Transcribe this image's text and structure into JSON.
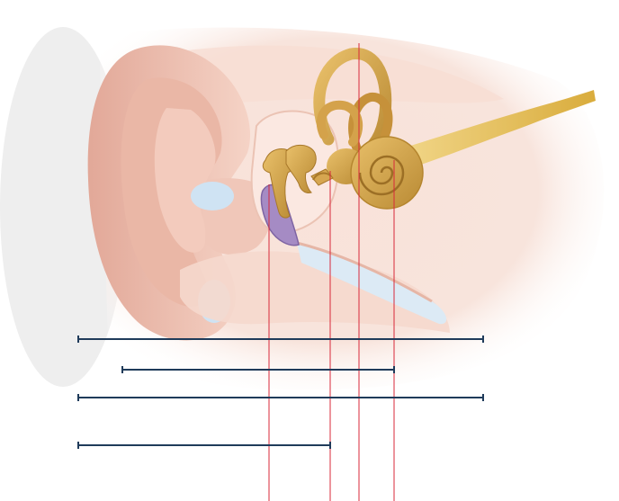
{
  "diagram": {
    "subject": "ear anatomy",
    "colors": {
      "background": "#ffffff",
      "skin": "#f6d9cf",
      "skin_shadow": "#e9b9a8",
      "skin_light": "#fbe9e2",
      "bone": "#d2a24a",
      "bone_dark": "#a8782a",
      "nerve": "#e8c25a",
      "eardrum": "#a58bc4",
      "canal_blue": "#cfe3f3",
      "hair": "#cfcfcf",
      "callout_line": "#1f3b5a",
      "pointer_line": "#d8283a"
    },
    "parts": [
      {
        "name": "outer-ear"
      },
      {
        "name": "ear-canal"
      },
      {
        "name": "eardrum"
      },
      {
        "name": "ossicles"
      },
      {
        "name": "semicircular-canals"
      },
      {
        "name": "cochlea"
      },
      {
        "name": "auditory-nerve"
      },
      {
        "name": "eustachian-tube"
      }
    ],
    "callouts": [
      {
        "name": "callout-line-1",
        "points_to": "cochlea"
      },
      {
        "name": "callout-line-2",
        "points_to": "cochlea"
      },
      {
        "name": "callout-line-3",
        "points_to": "cochlea"
      },
      {
        "name": "callout-line-4",
        "points_to": "ossicles"
      }
    ]
  }
}
